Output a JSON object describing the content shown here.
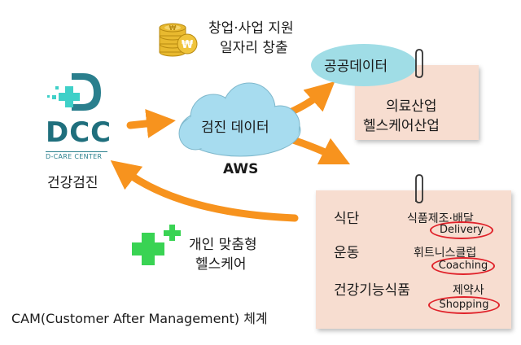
{
  "support": {
    "line1": "창업·사업 지원",
    "line2": "일자리 창출"
  },
  "logo": {
    "brand": "DCC",
    "sub": "D-CARE CENTER"
  },
  "checkup_label": "건강검진",
  "cloud": {
    "label": "검진 데이터",
    "caption": "AWS"
  },
  "public_data": {
    "label": "공공데이터"
  },
  "industry_note": {
    "line1": "의료산업",
    "line2": "헬스케어산업"
  },
  "service_note": {
    "items": [
      {
        "category": "식단",
        "detail": "식품제조·배달",
        "keyword": "Delivery"
      },
      {
        "category": "운동",
        "detail": "휘트니스클럽",
        "keyword": "Coaching"
      },
      {
        "category": "건강기능식품",
        "detail": "제약사",
        "keyword": "Shopping"
      }
    ]
  },
  "personal": {
    "line1": "개인 맞춤형",
    "line2": "헬스케어"
  },
  "cam_label": "CAM(Customer After Management) 체계",
  "colors": {
    "arrow": "#f7931e",
    "cloud": "#a7dcef",
    "public_oval": "#a0dde6",
    "note": "#f7ddd0",
    "logo_teal": "#2a7f8d",
    "plus_green": "#39d353",
    "keyword_circle": "#e0222a"
  }
}
